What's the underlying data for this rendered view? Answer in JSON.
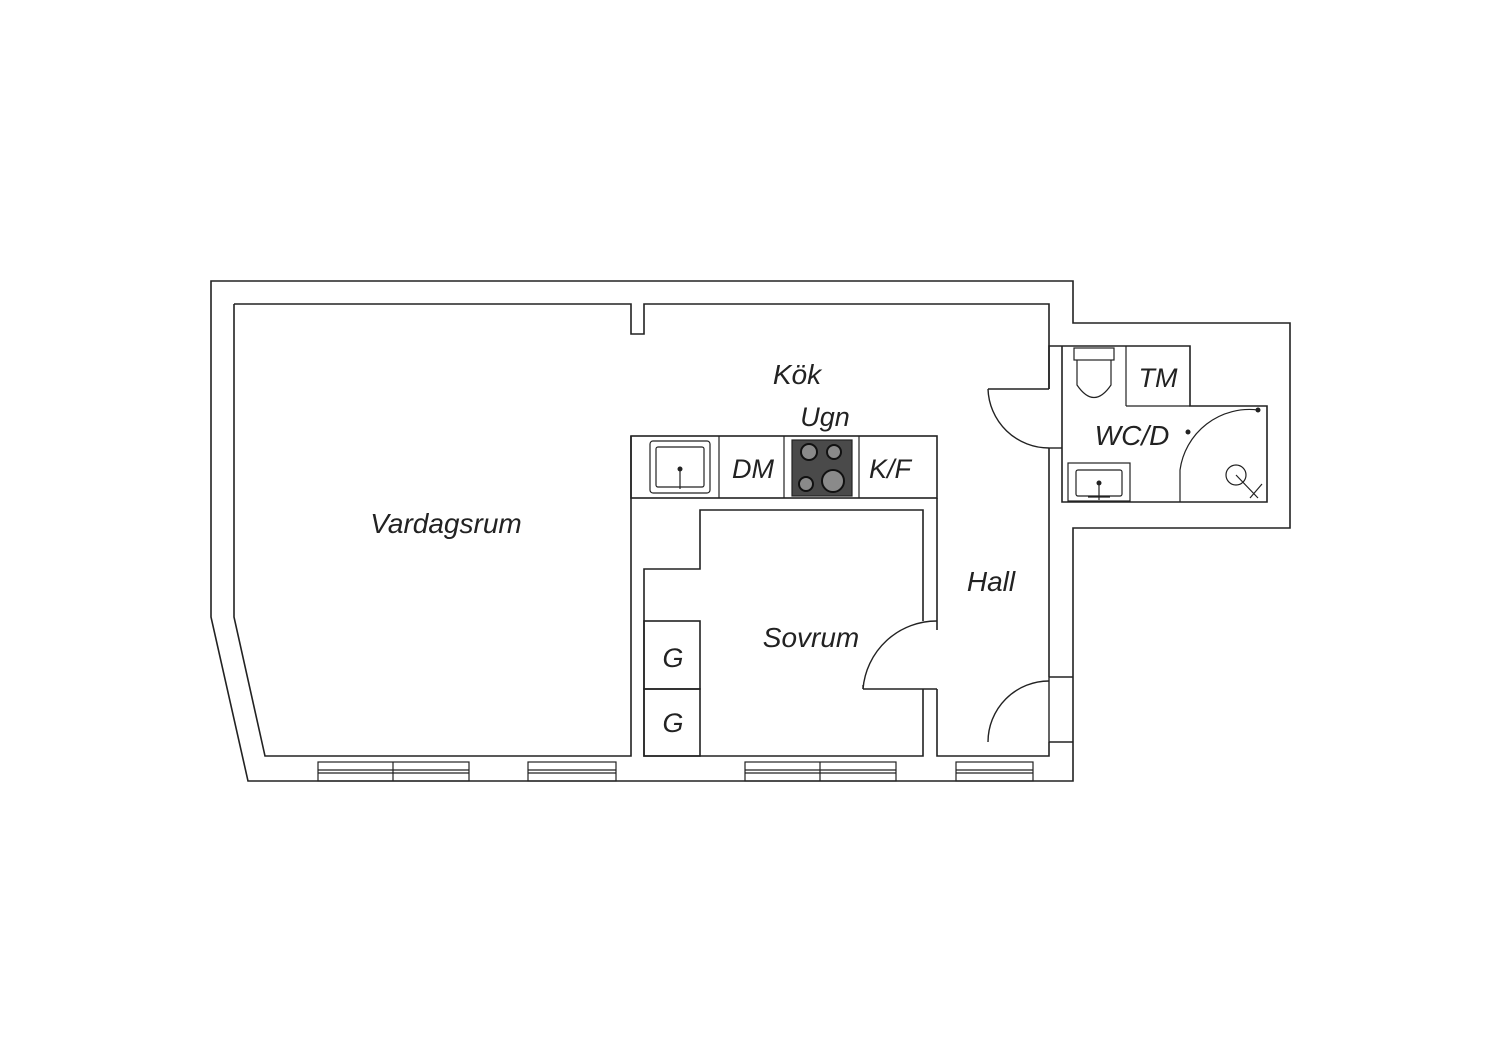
{
  "rooms": {
    "vardagsrum": "Vardagsrum",
    "kok": "Kök",
    "sovrum": "Sovrum",
    "hall": "Hall",
    "wcd": "WC/D"
  },
  "fixtures": {
    "ugn": "Ugn",
    "dm": "DM",
    "kf": "K/F",
    "tm": "TM",
    "g1": "G",
    "g2": "G"
  },
  "colors": {
    "line": "#222222",
    "stove": "#4a4a4a",
    "background": "#ffffff"
  }
}
